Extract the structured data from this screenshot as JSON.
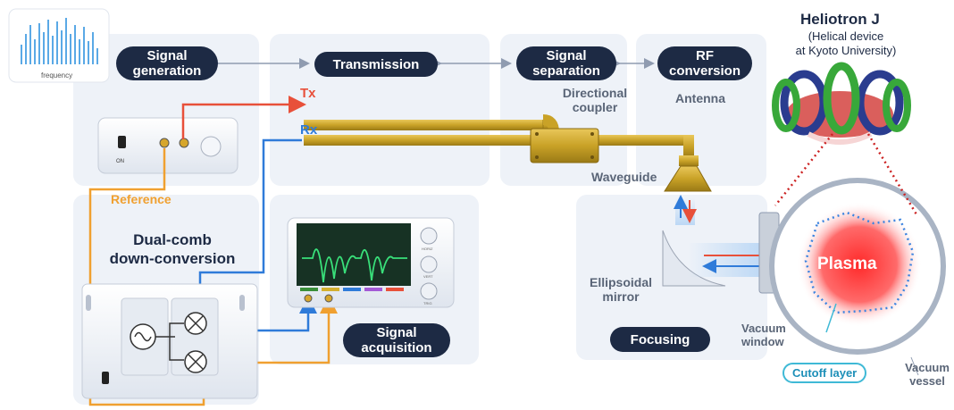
{
  "stages": {
    "signal_generation": "Signal\ngeneration",
    "transmission": "Transmission",
    "signal_separation": "Signal\nseparation",
    "rf_conversion": "RF\nconversion",
    "signal_acquisition": "Signal\nacquisition",
    "focusing": "Focusing"
  },
  "labels": {
    "frequency": "frequency",
    "tx": "Tx",
    "rx": "Rx",
    "on": "ON",
    "reference": "Reference",
    "dual_comb": "Dual-comb\ndown-conversion",
    "directional_coupler": "Directional\ncoupler",
    "antenna": "Antenna",
    "waveguide": "Waveguide",
    "ellipsoidal_mirror": "Ellipsoidal\nmirror",
    "plasma": "Plasma",
    "vacuum_window": "Vacuum\nwindow",
    "vacuum_vessel": "Vacuum\nvessel",
    "cutoff_layer": "Cutoff layer",
    "heliotron_title": "Heliotron J",
    "heliotron_sub": "(Helical device\nat Kyoto University)",
    "scope_horiz": "HORIZ",
    "scope_vert": "VERT",
    "scope_trig": "TRIG"
  },
  "colors": {
    "tx_line": "#e8503a",
    "rx_line": "#2f7bd9",
    "reference_line": "#f0a030",
    "waveguide": "#c9a227",
    "pill": "#1d2a44",
    "panel": "#eef2f8",
    "plasma": "#ff3a3a"
  }
}
